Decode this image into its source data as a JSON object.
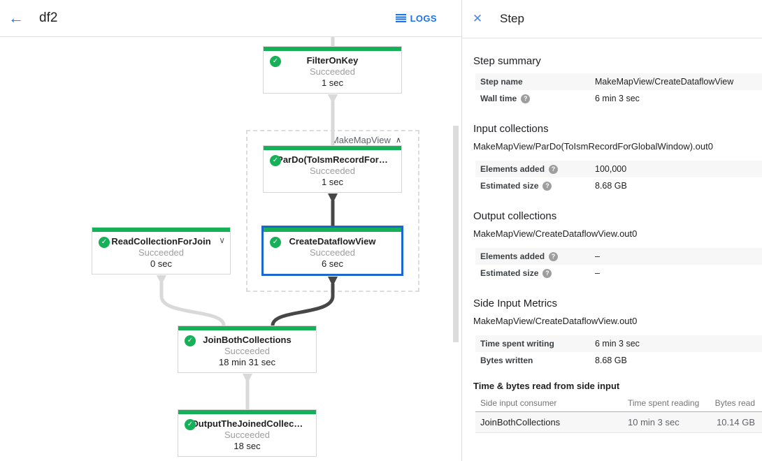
{
  "colors": {
    "accent_blue": "#1a73e8",
    "selection_blue": "#1b66d0",
    "success_green": "#15b057",
    "edge_light": "#d9d9d9",
    "edge_dark": "#474747"
  },
  "header": {
    "title": "df2",
    "logs_label": "LOGS"
  },
  "graph": {
    "group_label": "MakeMapView",
    "nodes": [
      {
        "title": "FilterOnKey",
        "status": "Succeeded",
        "time": "1 sec"
      },
      {
        "title": "ParDo(ToIsmRecordFor…",
        "status": "Succeeded",
        "time": "1 sec"
      },
      {
        "title": "CreateDataflowView",
        "status": "Succeeded",
        "time": "6 sec"
      },
      {
        "title": "ReadCollectionForJoin",
        "status": "Succeeded",
        "time": "0 sec"
      },
      {
        "title": "JoinBothCollections",
        "status": "Succeeded",
        "time": "18 min 31 sec"
      },
      {
        "title": "OutputTheJoinedCollec…",
        "status": "Succeeded",
        "time": "18 sec"
      }
    ]
  },
  "panel": {
    "title": "Step",
    "step_summary": {
      "title": "Step summary",
      "rows": [
        {
          "label": "Step name",
          "value": "MakeMapView/CreateDataflowView"
        },
        {
          "label": "Wall time",
          "value": "6 min 3 sec"
        }
      ]
    },
    "input_collections": {
      "title": "Input collections",
      "collection": "MakeMapView/ParDo(ToIsmRecordForGlobalWindow).out0",
      "rows": [
        {
          "label": "Elements added",
          "value": "100,000"
        },
        {
          "label": "Estimated size",
          "value": "8.68 GB"
        }
      ]
    },
    "output_collections": {
      "title": "Output collections",
      "collection": "MakeMapView/CreateDataflowView.out0",
      "rows": [
        {
          "label": "Elements added",
          "value": "–"
        },
        {
          "label": "Estimated size",
          "value": "–"
        }
      ]
    },
    "side_input_metrics": {
      "title": "Side Input Metrics",
      "collection": "MakeMapView/CreateDataflowView.out0",
      "rows": [
        {
          "label": "Time spent writing",
          "value": "6 min 3 sec"
        },
        {
          "label": "Bytes written",
          "value": "8.68 GB"
        }
      ]
    },
    "side_input_table": {
      "title": "Time & bytes read from side input",
      "headers": [
        "Side input consumer",
        "Time spent reading",
        "Bytes read"
      ],
      "rows": [
        {
          "consumer": "JoinBothCollections",
          "time": "10 min 3 sec",
          "bytes": "10.14 GB"
        }
      ]
    }
  }
}
